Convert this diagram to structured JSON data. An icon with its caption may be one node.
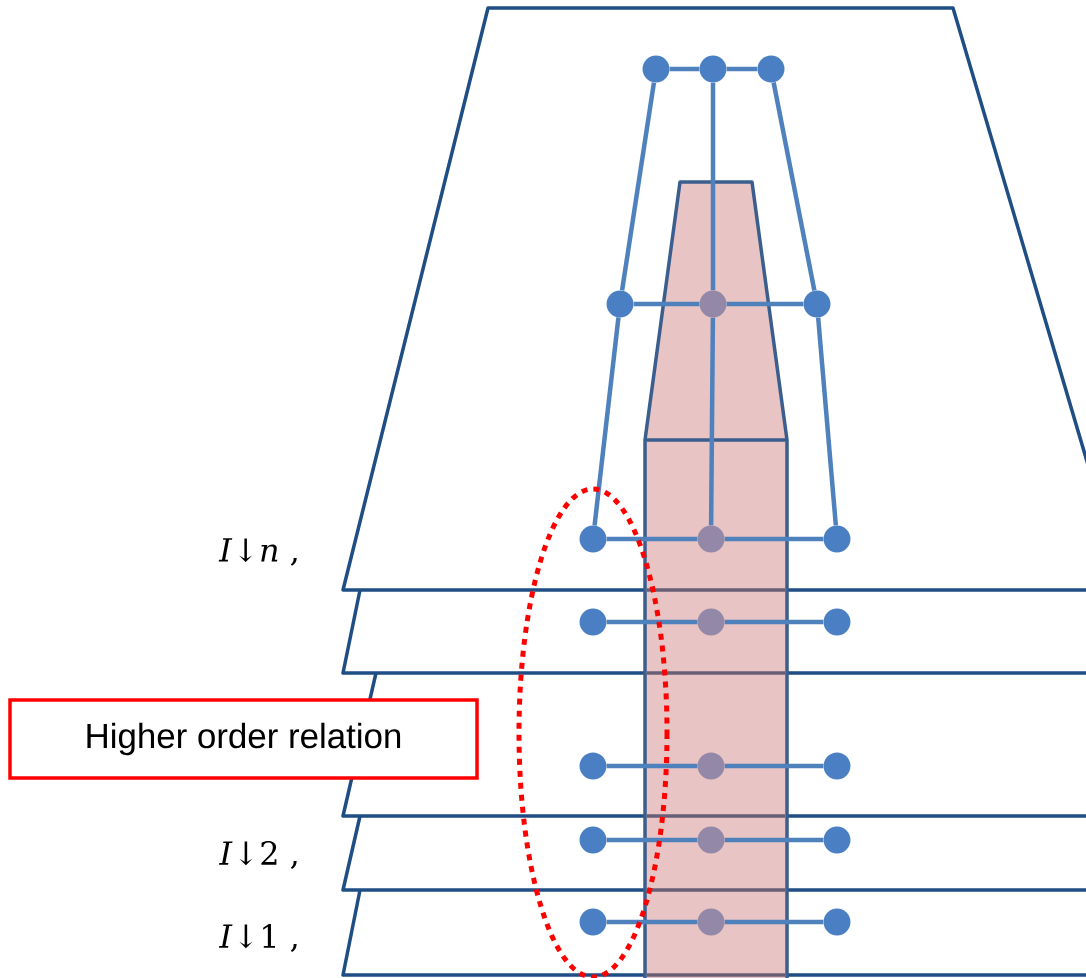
{
  "diagram": {
    "nodes": [
      {
        "text": [],
        "shape": "circle"
      },
      {
        "text": [],
        "shape": "circle"
      },
      {
        "text": [],
        "shape": "circle"
      },
      {
        "text": [],
        "shape": "circle"
      },
      {
        "text": [],
        "shape": "circle"
      },
      {
        "text": [],
        "shape": "circle"
      },
      {
        "text": [],
        "shape": "circle"
      },
      {
        "text": [],
        "shape": "circle"
      },
      {
        "text": [],
        "shape": "circle"
      },
      {
        "text": [],
        "shape": "circle"
      },
      {
        "text": [],
        "shape": "circle"
      },
      {
        "text": [],
        "shape": "circle"
      },
      {
        "text": [
          "Higher order relation"
        ]
      },
      {
        "text": [],
        "shape": "circle"
      },
      {
        "text": [],
        "shape": "circle"
      },
      {
        "text": [],
        "shape": "circle"
      },
      {
        "text": [],
        "shape": "circle"
      },
      {
        "text": [],
        "shape": "circle"
      },
      {
        "text": [],
        "shape": "circle"
      },
      {
        "text": [],
        "shape": "circle"
      },
      {
        "text": [],
        "shape": "circle"
      },
      {
        "text": [],
        "shape": "circle"
      }
    ],
    "edges": [
      {
        "from": 0,
        "to": 1,
        "arrow": "none"
      },
      {
        "from": 1,
        "to": 2,
        "arrow": "none"
      },
      {
        "from": 0,
        "to": 3,
        "arrow": "none"
      },
      {
        "from": 1,
        "to": 4,
        "arrow": "none"
      },
      {
        "from": 2,
        "to": 5,
        "arrow": "none"
      },
      {
        "from": 3,
        "to": 4,
        "arrow": "none"
      },
      {
        "from": 4,
        "to": 5,
        "arrow": "none"
      },
      {
        "from": 3,
        "to": 6,
        "arrow": "none"
      },
      {
        "from": 4,
        "to": 7,
        "arrow": "none"
      },
      {
        "from": 5,
        "to": 8,
        "arrow": "none"
      },
      {
        "from": 6,
        "to": 7,
        "arrow": "none"
      },
      {
        "from": 7,
        "to": 8,
        "arrow": "none"
      },
      {
        "from": 9,
        "to": 10,
        "arrow": "none"
      },
      {
        "from": 10,
        "to": 11,
        "arrow": "none"
      },
      {
        "from": 13,
        "to": 14,
        "arrow": "none"
      },
      {
        "from": 14,
        "to": 15,
        "arrow": "none"
      },
      {
        "from": 16,
        "to": 17,
        "arrow": "none"
      },
      {
        "from": 17,
        "to": 18,
        "arrow": "none"
      },
      {
        "from": 19,
        "to": 20,
        "arrow": "none"
      },
      {
        "from": 20,
        "to": 21,
        "arrow": "none"
      }
    ],
    "labels": [
      "*I*↓*n* ,",
      "*I*↓2 ,",
      "*I*↓1 ,"
    ]
  }
}
